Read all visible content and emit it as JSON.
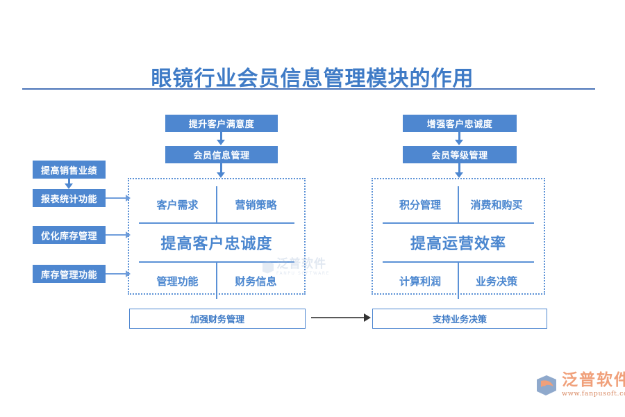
{
  "page": {
    "title": "眼镜行业会员信息管理模块的作用",
    "accent_blue": "#4e87d0",
    "text_blue": "#3f7bc6",
    "panel_dotted": "#5b91d6",
    "arrow_gray": "#595959",
    "brand_orange": "#f0a07a"
  },
  "left_column": {
    "items": [
      {
        "label": "提高销售业绩"
      },
      {
        "label": "报表统计功能"
      },
      {
        "label": "优化库存管理"
      },
      {
        "label": "库存管理功能"
      }
    ]
  },
  "center_branch": {
    "top_chip": "提升客户满意度",
    "second_chip": "会员信息管理",
    "panel": {
      "row_top": [
        "客户需求",
        "营销策略"
      ],
      "row_middle": "提高客户忠诚度",
      "row_bottom": [
        "管理功能",
        "财务信息"
      ]
    },
    "bottom_box": "加强财务管理"
  },
  "right_branch": {
    "top_chip": "增强客户忠诚度",
    "second_chip": "会员等级管理",
    "panel": {
      "row_top": [
        "积分管理",
        "消费和购买"
      ],
      "row_middle": "提高运营效率",
      "row_bottom": [
        "计算利润",
        "业务决策"
      ]
    },
    "bottom_box": "支持业务决策"
  },
  "watermark": {
    "cn": "泛普软件",
    "en": "FANPU SOFTWARE"
  },
  "brand": {
    "name": "泛普软件",
    "url": "www.fanpusoft.com"
  }
}
